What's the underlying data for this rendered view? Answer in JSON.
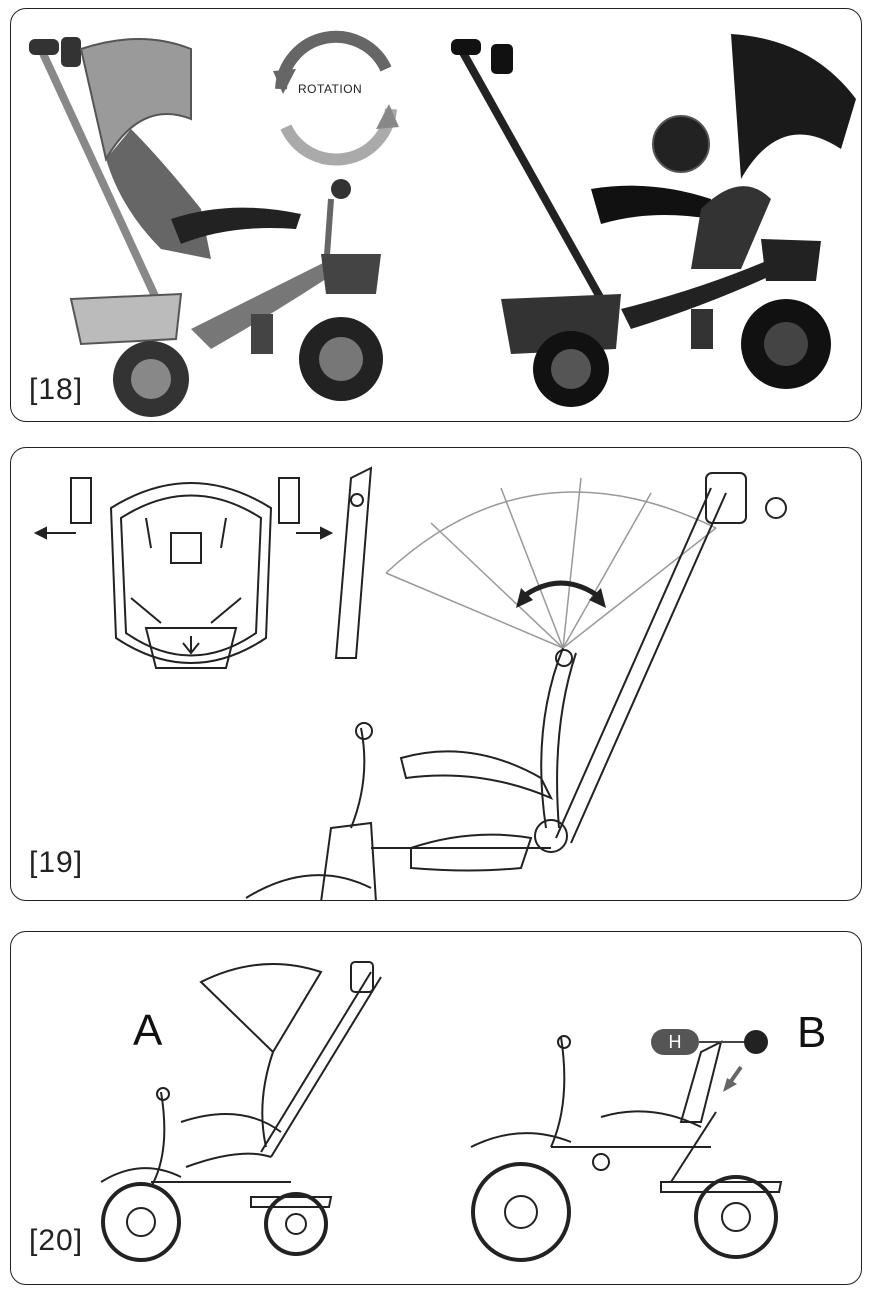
{
  "panels": {
    "p18": {
      "number": "[18]",
      "rotation_label": "ROTATION"
    },
    "p19": {
      "number": "[19]"
    },
    "p20": {
      "number": "[20]",
      "label_a": "A",
      "label_b": "B",
      "badge_h": "H"
    }
  },
  "colors": {
    "border": "#222222",
    "dark_fill": "#1a1a1a",
    "mid_fill": "#777777",
    "light_fill": "#bdbdbd",
    "badge": "#555555"
  }
}
